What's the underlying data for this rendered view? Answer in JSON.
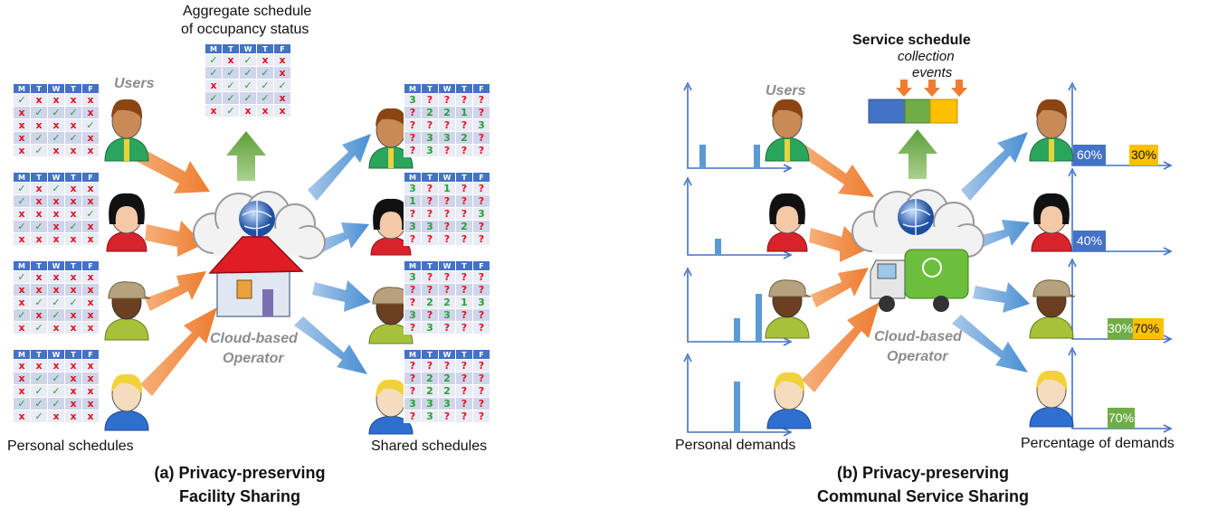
{
  "left": {
    "aggregate_label_line1": "Aggregate schedule",
    "aggregate_label_line2": "of occupancy status",
    "users_label": "Users",
    "operator_line1": "Cloud-based",
    "operator_line2": "Operator",
    "personal_label": "Personal schedules",
    "shared_label": "Shared schedules",
    "caption_line1": "(a) Privacy-preserving",
    "caption_line2": "Facility Sharing",
    "days": [
      "M",
      "T",
      "W",
      "T",
      "F"
    ],
    "aggregate": [
      [
        "v",
        "x",
        "v",
        "x",
        "x"
      ],
      [
        "v",
        "v",
        "v",
        "v",
        "x"
      ],
      [
        "x",
        "v",
        "v",
        "v",
        "v"
      ],
      [
        "v",
        "v",
        "v",
        "v",
        "x"
      ],
      [
        "x",
        "v",
        "x",
        "x",
        "x"
      ]
    ],
    "personal": [
      [
        [
          "v",
          "x",
          "x",
          "x",
          "x"
        ],
        [
          "x",
          "v",
          "v",
          "v",
          "x"
        ],
        [
          "x",
          "x",
          "x",
          "x",
          "v"
        ],
        [
          "x",
          "v",
          "v",
          "v",
          "x"
        ],
        [
          "x",
          "v",
          "x",
          "x",
          "x"
        ]
      ],
      [
        [
          "v",
          "x",
          "v",
          "x",
          "x"
        ],
        [
          "v",
          "x",
          "x",
          "x",
          "x"
        ],
        [
          "x",
          "x",
          "x",
          "x",
          "v"
        ],
        [
          "v",
          "v",
          "x",
          "v",
          "x"
        ],
        [
          "x",
          "x",
          "x",
          "x",
          "x"
        ]
      ],
      [
        [
          "v",
          "x",
          "x",
          "x",
          "x"
        ],
        [
          "x",
          "x",
          "x",
          "x",
          "x"
        ],
        [
          "x",
          "v",
          "v",
          "v",
          "x"
        ],
        [
          "v",
          "x",
          "v",
          "x",
          "x"
        ],
        [
          "x",
          "v",
          "x",
          "x",
          "x"
        ]
      ],
      [
        [
          "x",
          "x",
          "x",
          "x",
          "x"
        ],
        [
          "x",
          "v",
          "v",
          "x",
          "x"
        ],
        [
          "x",
          "v",
          "v",
          "x",
          "x"
        ],
        [
          "v",
          "v",
          "v",
          "x",
          "x"
        ],
        [
          "x",
          "v",
          "x",
          "x",
          "x"
        ]
      ]
    ],
    "shared": [
      [
        [
          "3",
          "?",
          "?",
          "?",
          "?"
        ],
        [
          "?",
          "2",
          "2",
          "1",
          "?"
        ],
        [
          "?",
          "?",
          "?",
          "?",
          "3"
        ],
        [
          "?",
          "3",
          "3",
          "2",
          "?"
        ],
        [
          "?",
          "3",
          "?",
          "?",
          "?"
        ]
      ],
      [
        [
          "3",
          "?",
          "1",
          "?",
          "?"
        ],
        [
          "1",
          "?",
          "?",
          "?",
          "?"
        ],
        [
          "?",
          "?",
          "?",
          "?",
          "3"
        ],
        [
          "3",
          "3",
          "?",
          "2",
          "?"
        ],
        [
          "?",
          "?",
          "?",
          "?",
          "?"
        ]
      ],
      [
        [
          "3",
          "?",
          "?",
          "?",
          "?"
        ],
        [
          "?",
          "?",
          "?",
          "?",
          "?"
        ],
        [
          "?",
          "2",
          "2",
          "1",
          "3"
        ],
        [
          "3",
          "?",
          "3",
          "?",
          "?"
        ],
        [
          "?",
          "3",
          "?",
          "?",
          "?"
        ]
      ],
      [
        [
          "?",
          "?",
          "?",
          "?",
          "?"
        ],
        [
          "?",
          "2",
          "2",
          "?",
          "?"
        ],
        [
          "?",
          "2",
          "2",
          "?",
          "?"
        ],
        [
          "3",
          "3",
          "3",
          "?",
          "?"
        ],
        [
          "?",
          "3",
          "?",
          "?",
          "?"
        ]
      ]
    ]
  },
  "right": {
    "service_schedule_label": "Service schedule",
    "collection_events_line1": "collection",
    "collection_events_line2": "events",
    "users_label": "Users",
    "operator_line1": "Cloud-based",
    "operator_line2": "Operator",
    "personal_demands_label": "Personal demands",
    "percentage_label": "Percentage of demands",
    "caption_line1": "(b) Privacy-preserving",
    "caption_line2": "Communal Service Sharing",
    "percentages": [
      [
        {
          "label": "60%",
          "color": "#4472c4"
        },
        {
          "label": "30%",
          "color": "#ffc000"
        }
      ],
      [
        {
          "label": "40%",
          "color": "#4472c4"
        }
      ],
      [
        {
          "label": "30%",
          "color": "#70ad47"
        },
        {
          "label": "70%",
          "color": "#ffc000"
        }
      ],
      [
        {
          "label": "70%",
          "color": "#70ad47"
        }
      ]
    ]
  },
  "colors": {
    "orange_arrow": "#ed7d31",
    "blue_arrow": "#5b9bd5",
    "green_arrow": "#70ad47",
    "table_header": "#4472c4"
  }
}
